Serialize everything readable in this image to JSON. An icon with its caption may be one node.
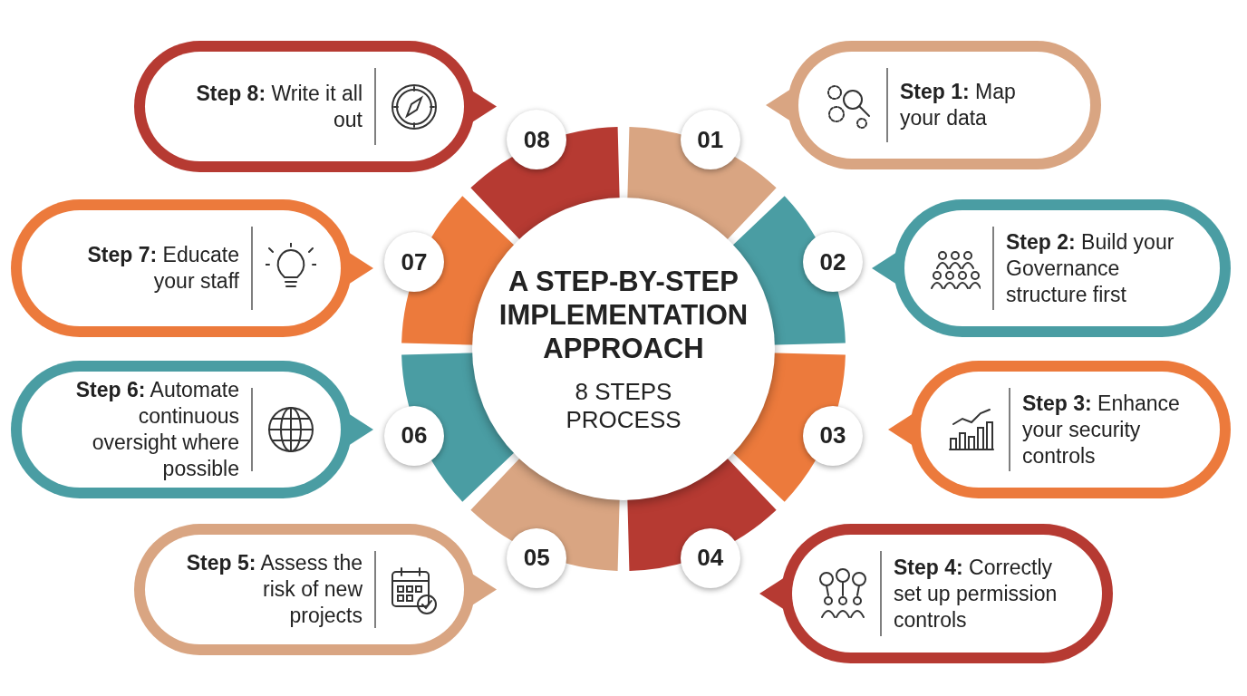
{
  "diagram": {
    "nodes": [
      {
        "text": [
          "A STEP-BY-STEP IMPLEMENTATION APPROACH",
          "8 STEPS PROCESS"
        ]
      },
      {
        "text": [
          "01"
        ]
      },
      {
        "text": [
          "02"
        ]
      },
      {
        "text": [
          "03"
        ]
      },
      {
        "text": [
          "04"
        ]
      },
      {
        "text": [
          "05"
        ]
      },
      {
        "text": [
          "06"
        ]
      },
      {
        "text": [
          "07"
        ]
      },
      {
        "text": [
          "08"
        ]
      },
      {
        "text": [
          "**Step 1:** Map your data"
        ]
      },
      {
        "text": [
          "**Step 2:** Build your Governance structure first"
        ]
      },
      {
        "text": [
          "**Step 3:** Enhance your security controls"
        ]
      },
      {
        "text": [
          "**Step 4:** Correctly set up permission controls"
        ]
      },
      {
        "text": [
          "**Step 5:** Assess the risk of new projects"
        ]
      },
      {
        "text": [
          "**Step 6:** Automate continuous oversight where possible"
        ]
      },
      {
        "text": [
          "**Step 7:** Educate your staff"
        ]
      },
      {
        "text": [
          "**Step 8:** Write it all out"
        ]
      }
    ]
  }
}
